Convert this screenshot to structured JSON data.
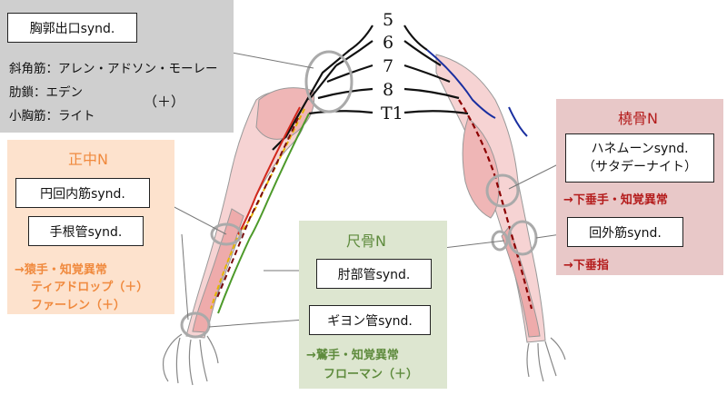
{
  "nerve_levels": [
    "5",
    "6",
    "7",
    "8",
    "T1"
  ],
  "thoracic_outlet": {
    "title": "胸郭出口synd.",
    "tests": [
      "斜角筋：アレン・アドソン・モーレー",
      "肋鎖：エデン",
      "小胸筋：ライト"
    ],
    "symbol": "（＋）"
  },
  "median": {
    "header": "正中N",
    "syndromes": [
      "円回内筋synd.",
      "手根管synd."
    ],
    "signs": [
      "→猿手・知覚異常",
      "ティアドロップ（＋）",
      "ファーレン（＋）"
    ]
  },
  "ulnar": {
    "header": "尺骨N",
    "syndromes": [
      "肘部管synd.",
      "ギヨン管synd."
    ],
    "signs": [
      "→鷲手・知覚異常",
      "フローマン（＋）"
    ]
  },
  "radial": {
    "header": "橈骨N",
    "syndromes": [
      "ハネムーンsynd.",
      "（サタデーナイト）",
      "回外筋synd."
    ],
    "signs": [
      "→下垂手・知覚異常",
      "→下垂指"
    ]
  },
  "colors": {
    "gray_panel": "#cfcfcf",
    "median_panel": "#fde2cd",
    "median_text": "#f08a3e",
    "ulnar_panel": "#dde6d0",
    "ulnar_text": "#5e8b3d",
    "radial_panel": "#e8c8c8",
    "radial_text": "#b41c1c"
  }
}
